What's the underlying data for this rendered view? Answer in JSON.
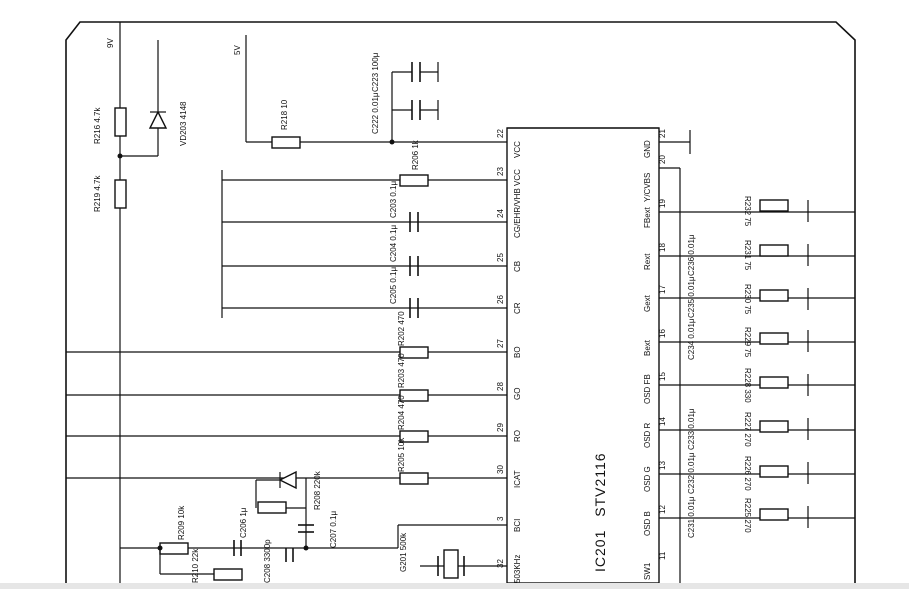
{
  "ic": {
    "ref": "IC201",
    "part": "STV2116"
  },
  "power": {
    "left": "9V",
    "top": "5V"
  },
  "pins_top": [
    {
      "num": "32",
      "name": "503KHz"
    },
    {
      "num": "3",
      "name": "BCI"
    },
    {
      "num": "30",
      "name": "ICAT"
    },
    {
      "num": "29",
      "name": "RO"
    },
    {
      "num": "28",
      "name": "GO"
    },
    {
      "num": "27",
      "name": "BO"
    },
    {
      "num": "26",
      "name": "CR"
    },
    {
      "num": "25",
      "name": "CB"
    },
    {
      "num": "24",
      "name": "CG/EHR/VHB"
    },
    {
      "num": "23",
      "name": "VCC"
    },
    {
      "num": "22",
      "name": "VCC"
    },
    {
      "num": "21",
      "name": "GND"
    }
  ],
  "pins_bottom": [
    {
      "num": "11",
      "name": "SW1"
    },
    {
      "num": "12",
      "name": "OSD B"
    },
    {
      "num": "13",
      "name": "OSD G"
    },
    {
      "num": "14",
      "name": "OSD R"
    },
    {
      "num": "15",
      "name": "OSD FB"
    },
    {
      "num": "16",
      "name": "Bext"
    },
    {
      "num": "17",
      "name": "Gext"
    },
    {
      "num": "18",
      "name": "Rext"
    },
    {
      "num": "19",
      "name": "FBext"
    },
    {
      "num": "20",
      "name": "Y/CVBS"
    }
  ],
  "components": {
    "r216": "R216 4.7k",
    "r219": "R219 4.7k",
    "vd203": "VD203 4148",
    "r218": "R218 10",
    "c223": "C223 100μ",
    "c222": "C222 0.01μ",
    "r206": "R206 1k",
    "c203": "C203 0.1μ",
    "c204": "C204 0.1μ",
    "c205": "C205 0.1μ",
    "r202": "R202 470",
    "r203": "R203 470",
    "r204": "R204 470",
    "r205": "R205 10k",
    "r208": "R208 220k",
    "c207": "C207 0.1μ",
    "r209": "R209 10k",
    "c206": "C206 1μ",
    "c208": "C208 3300p",
    "r210": "R210 22k",
    "g201": "G201 500k",
    "r232": "R232 75",
    "r231": "R231 75",
    "r230": "R230 75",
    "r229": "R229 75",
    "r228": "R228 330",
    "r227": "R227 270",
    "r226": "R226 270",
    "r225": "R225 270",
    "c236": "C236 0.01μ",
    "c235": "C235 0.01μ",
    "c234": "C234 0.01μ",
    "c233": "C233 0.01μ",
    "c232": "C232 0.01μ",
    "c231": "C231 0.01μ"
  }
}
